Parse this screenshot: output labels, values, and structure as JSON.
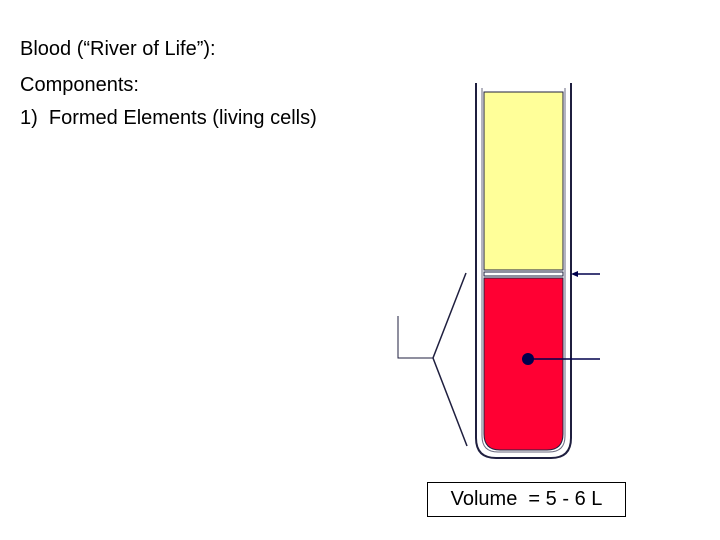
{
  "text": {
    "line1": "Blood (“River of Life”):",
    "line2": "Components:",
    "line3": "1)  Formed Elements (living cells)"
  },
  "diagram": {
    "plasma_color": "#ffff99",
    "cells_color": "#ff0033",
    "tube_outline_color": "#1f1f3f",
    "pointer_color": "#00004d"
  },
  "volume_label": "Volume  = 5 - 6 L"
}
